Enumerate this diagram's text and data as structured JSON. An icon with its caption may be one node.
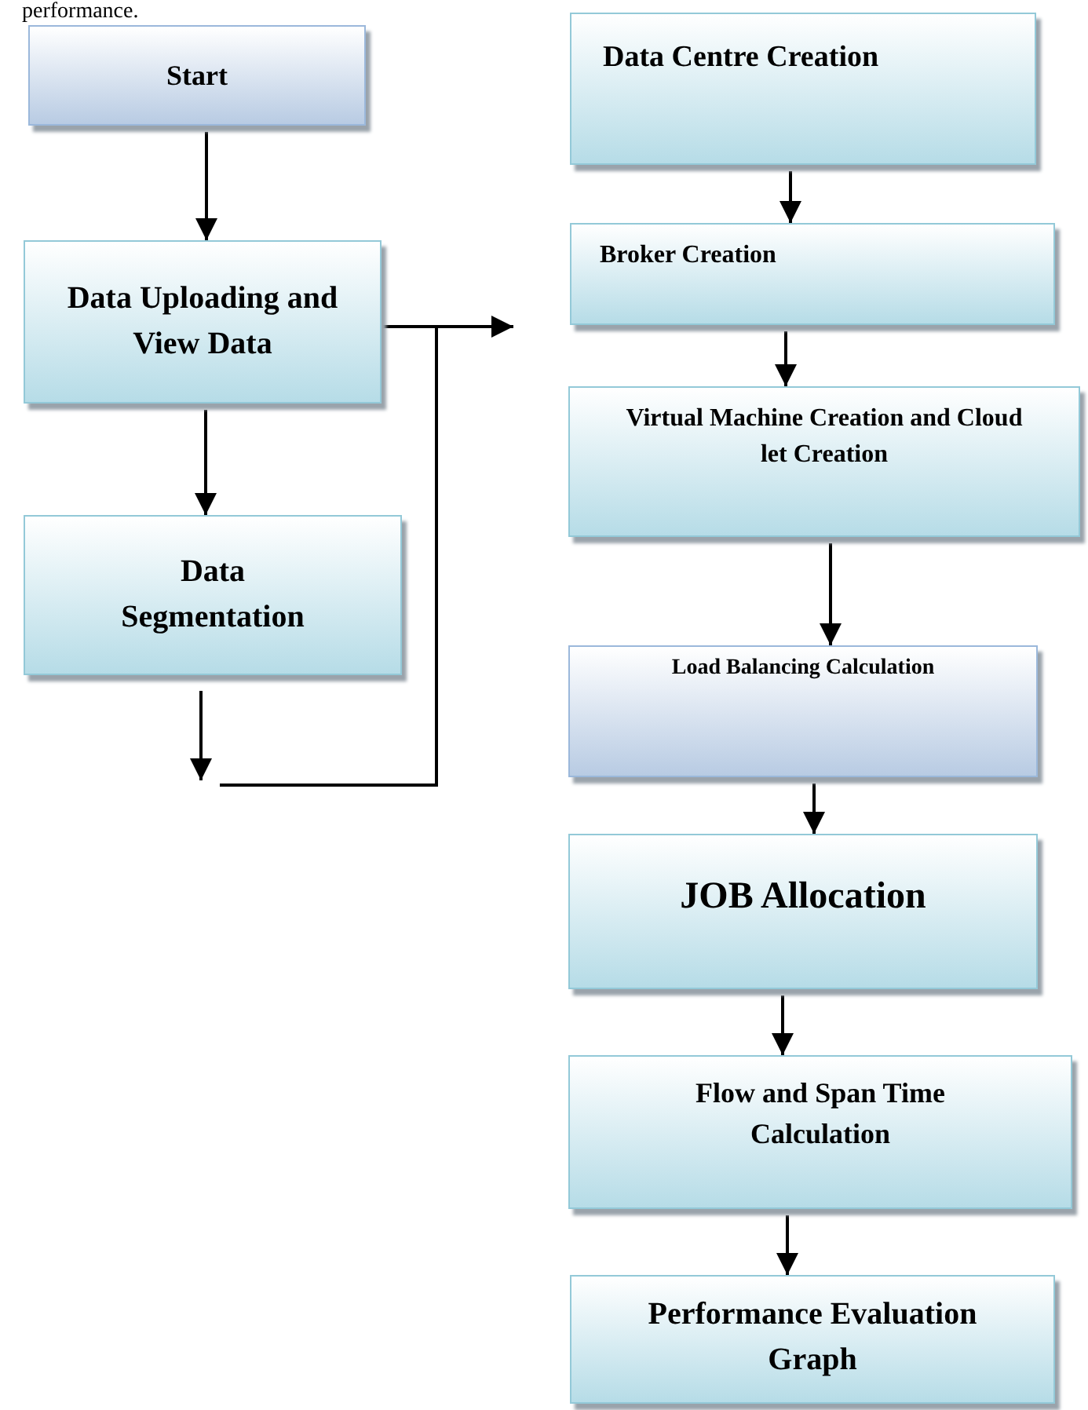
{
  "diagram": {
    "nodes": [
      {
        "text": [
          "Start"
        ]
      },
      {
        "text": [
          "Data Uploading and View Data"
        ]
      },
      {
        "text": [
          "Data Segmentation"
        ]
      },
      {
        "text": [
          "Data Centre Creation"
        ]
      },
      {
        "text": [
          "Broker Creation"
        ]
      },
      {
        "text": [
          "Virtual Machine Creation and Cloud let Creation"
        ]
      },
      {
        "text": [
          "Load Balancing Calculation"
        ]
      },
      {
        "text": [
          "JOB Allocation"
        ]
      },
      {
        "text": [
          "Flow and Span Time Calculation"
        ]
      },
      {
        "text": [
          "Performance Evaluation Graph"
        ]
      }
    ],
    "edges": [
      {
        "from": 0,
        "to": 1,
        "arrow": "to"
      },
      {
        "from": 1,
        "to": 2,
        "arrow": "to"
      },
      {
        "from": 1,
        "to": null,
        "arrow": "to"
      },
      {
        "from": 2,
        "to": null,
        "arrow": "to"
      },
      {
        "from": 3,
        "to": 4,
        "arrow": "to"
      },
      {
        "from": 4,
        "to": 5,
        "arrow": "to"
      },
      {
        "from": 5,
        "to": 6,
        "arrow": "to"
      },
      {
        "from": 6,
        "to": 7,
        "arrow": "to"
      },
      {
        "from": 7,
        "to": 8,
        "arrow": "to"
      },
      {
        "from": 8,
        "to": 9,
        "arrow": "to"
      }
    ],
    "labels": [
      "performance."
    ]
  }
}
